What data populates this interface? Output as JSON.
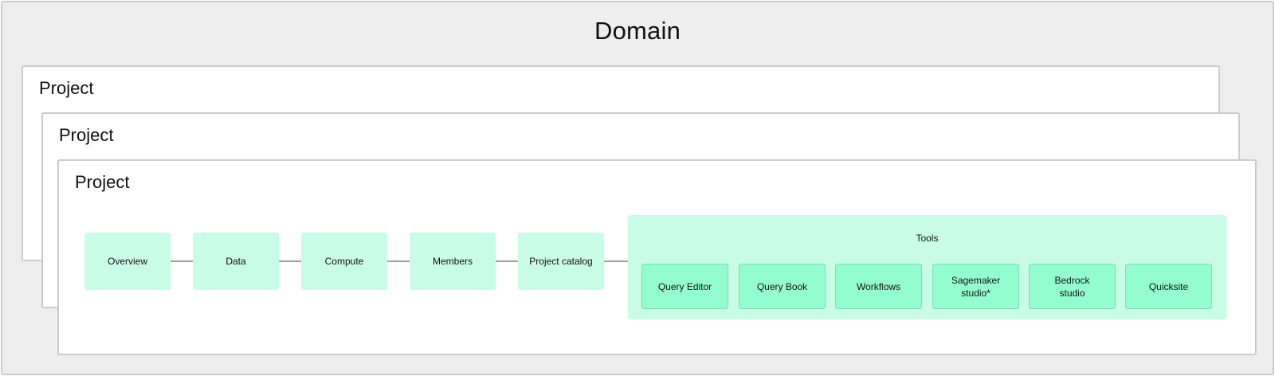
{
  "domain": {
    "title": "Domain"
  },
  "projects": [
    {
      "title": "Project"
    },
    {
      "title": "Project"
    },
    {
      "title": "Project"
    }
  ],
  "flow": {
    "steps": [
      {
        "label": "Overview"
      },
      {
        "label": "Data"
      },
      {
        "label": "Compute"
      },
      {
        "label": "Members"
      },
      {
        "label": "Project catalog"
      }
    ]
  },
  "tools": {
    "title": "Tools",
    "items": [
      {
        "label": "Query Editor"
      },
      {
        "label": "Query Book"
      },
      {
        "label": "Workflows"
      },
      {
        "label": "Sagemaker studio*"
      },
      {
        "label": "Bedrock studio"
      },
      {
        "label": "Quicksite"
      }
    ]
  },
  "colors": {
    "domain_bg": "#eeeeee",
    "border": "#cccccc",
    "step_bg": "#c9fce6",
    "tool_bg": "#93fdd0",
    "connector": "#9e9e9e"
  }
}
